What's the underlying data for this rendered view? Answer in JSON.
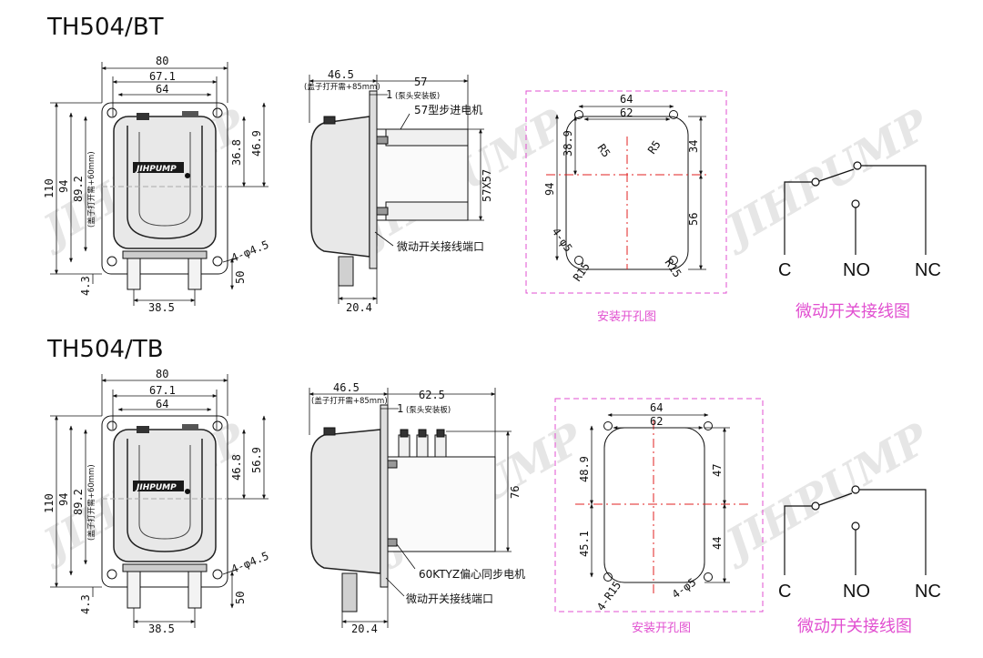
{
  "watermark": "JIHPUMP",
  "logo": "JIHPUMP",
  "sections": [
    {
      "title": "TH504/BT",
      "front": {
        "w80": "80",
        "w67": "67.1",
        "w64": "64",
        "h110": "110",
        "h94": "94",
        "h892": "89.2",
        "h892_note": "(盖子打开需+60mm)",
        "h368": "36.8",
        "h469": "46.9",
        "hole": "4-φ4.5",
        "d43": "4.3",
        "d50": "50",
        "d385": "38.5"
      },
      "side": {
        "d465": "46.5",
        "d465_note": "(盖子打开需+85mm)",
        "d57": "57",
        "d1": "1",
        "d1_note": "(泵头安装板)",
        "motor": "57型步进电机",
        "sz": "57X57",
        "switch": "微动开关接线端口",
        "d204": "20.4"
      },
      "cut": {
        "w64": "64",
        "w62": "62",
        "h389": "38.9",
        "h94": "94",
        "h34": "34",
        "h56": "56",
        "r5a": "R5",
        "r5b": "R5",
        "hole": "4-φ5",
        "r15a": "R15",
        "r15b": "R15",
        "caption": "安装开孔图"
      },
      "wiring": {
        "c": "C",
        "no": "NO",
        "nc": "NC",
        "caption": "微动开关接线图"
      }
    },
    {
      "title": "TH504/TB",
      "front": {
        "w80": "80",
        "w67": "67.1",
        "w64": "64",
        "h110": "110",
        "h94": "94",
        "h892": "89.2",
        "h892_note": "(盖子打开需+60mm)",
        "h468": "46.8",
        "h569": "56.9",
        "hole": "4-φ4.5",
        "d43": "4.3",
        "d50": "50",
        "d385": "38.5"
      },
      "side": {
        "d465": "46.5",
        "d465_note": "(盖子打开需+85mm)",
        "d625": "62.5",
        "d1": "1",
        "d1_note": "(泵头安装板)",
        "sz": "76",
        "motor": "60KTYZ偏心同步电机",
        "switch": "微动开关接线端口",
        "d204": "20.4"
      },
      "cut": {
        "w64": "64",
        "w62": "62",
        "h489": "48.9",
        "h451": "45.1",
        "h47": "47",
        "h44": "44",
        "r15": "4-R15",
        "hole": "4-φ5",
        "caption": "安装开孔图"
      },
      "wiring": {
        "c": "C",
        "no": "NO",
        "nc": "NC",
        "caption": "微动开关接线图"
      }
    }
  ]
}
